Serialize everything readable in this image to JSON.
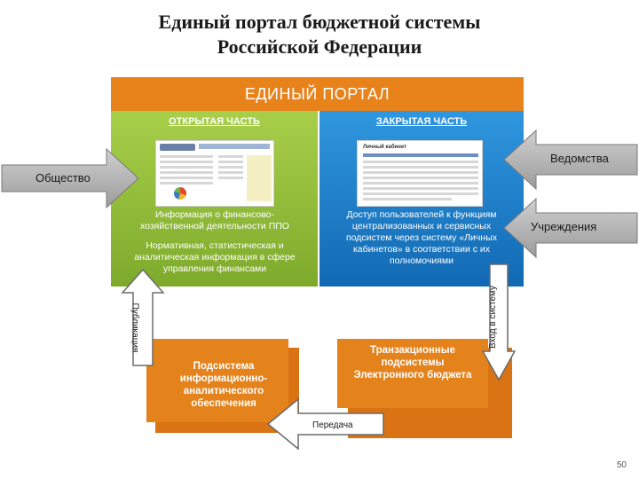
{
  "title": {
    "line1": "Единый портал бюджетной системы",
    "line2": "Российской Федерации"
  },
  "portal": {
    "header": "ЕДИНЫЙ ПОРТАЛ",
    "open_part": {
      "heading": "ОТКРЫТАЯ ЧАСТЬ",
      "text1": "Информация о финансово-хозяйственной деятельности ППО",
      "text2": "Нормативная, статистическая и аналитическая информация в сфере управления финансами"
    },
    "closed_part": {
      "heading": "ЗАКРЫТАЯ ЧАСТЬ",
      "screenshot_caption": "Личный кабинет",
      "text": "Доступ пользователей к функциям централизованных и сервисных подсистем через систему «Личных кабинетов» в соответствии с их полномочиями"
    }
  },
  "actors": {
    "society": "Общество",
    "agencies": "Ведомства",
    "institutions": "Учреждения"
  },
  "subsystems": {
    "analytics": "Подсистема информационно-аналитического обеспечения",
    "transactional": "Транзакционные подсистемы Электронного бюджета"
  },
  "arrows": {
    "publication": "Публикация",
    "login": "Вход в систему",
    "transfer": "Передача"
  },
  "page_number": "50",
  "colors": {
    "orange": "#e8831c",
    "green": "#8fbc38",
    "blue": "#1d7dc8",
    "grey": "#b0b0b0"
  }
}
